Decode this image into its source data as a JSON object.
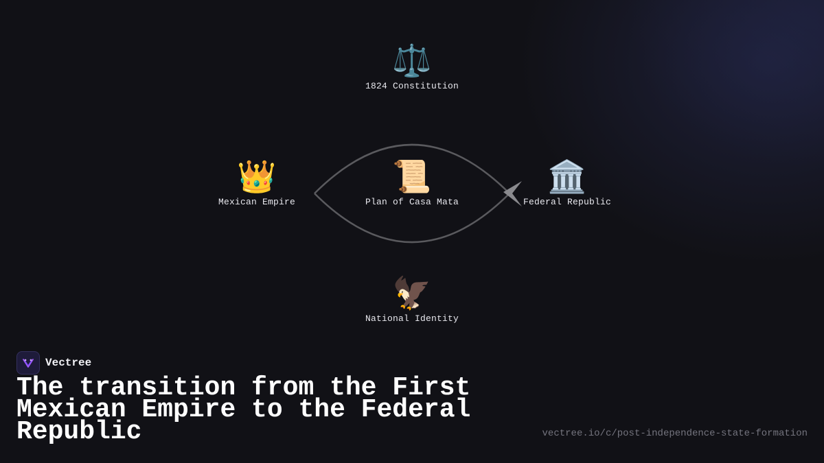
{
  "brand": {
    "name": "Vectree",
    "logo_icon": "vectree-logo-icon"
  },
  "title": "The transition from the First Mexican Empire to the Federal Republic",
  "url": "vectree.io/c/post-independence-state-formation",
  "colors": {
    "background": "#111116",
    "connector": "#5a5a5e",
    "arrowhead": "#8a8a8e",
    "text": "#e8e8ee",
    "logo_accent": "#a259ff"
  },
  "nodes": {
    "constitution": {
      "label": "1824 Constitution",
      "icon": "⚖️",
      "icon_name": "scales-icon"
    },
    "empire": {
      "label": "Mexican Empire",
      "icon": "👑",
      "icon_name": "crown-icon"
    },
    "casa_mata": {
      "label": "Plan of Casa Mata",
      "icon": "📜",
      "icon_name": "scroll-icon"
    },
    "republic": {
      "label": "Federal Republic",
      "icon": "🏛️",
      "icon_name": "classical-building-icon"
    },
    "identity": {
      "label": "National Identity",
      "icon": "🦅",
      "icon_name": "eagle-icon"
    }
  }
}
